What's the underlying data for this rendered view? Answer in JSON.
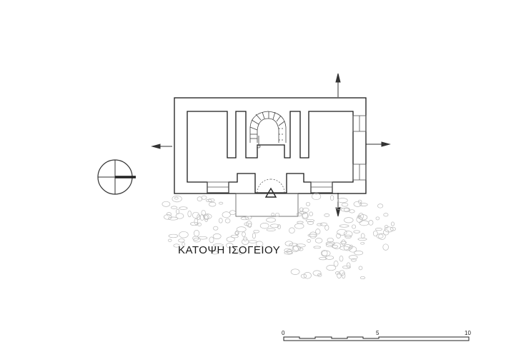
{
  "drawing": {
    "title": "ΚΑΤΟΨΗ ΙΣΟΓΕΙΟΥ",
    "scale_bar": {
      "labels": [
        "0",
        "5",
        "10"
      ]
    }
  }
}
